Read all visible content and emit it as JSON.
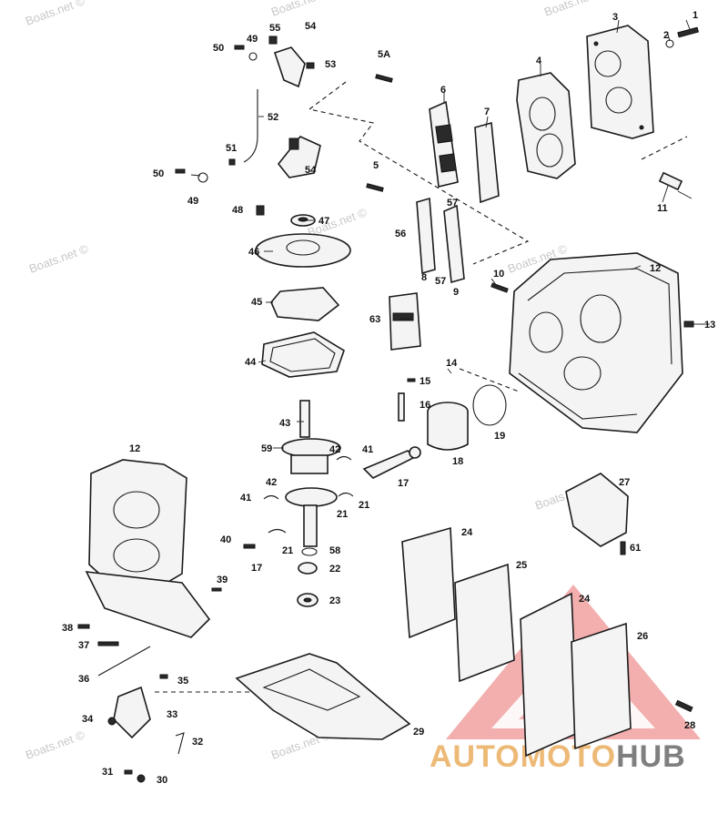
{
  "watermarks": [
    "Boats.net ©",
    "Boats.net ©",
    "Boats.net ©",
    "Boats.net ©",
    "Boats.net ©",
    "Boats.net ©",
    "Boats.net ©",
    "Boats.net ©",
    "Boats.net ©"
  ],
  "labels": {
    "p1": "1",
    "p2": "2",
    "p3": "3",
    "p4": "4",
    "p5": "5",
    "p5a": "5A",
    "p6": "6",
    "p7": "7",
    "p8": "8",
    "p9": "9",
    "p10": "10",
    "p11": "11",
    "p12a": "12",
    "p12b": "12",
    "p13": "13",
    "p14": "14",
    "p15": "15",
    "p16": "16",
    "p17a": "17",
    "p17b": "17",
    "p18": "18",
    "p19": "19",
    "p21a": "21",
    "p21b": "21",
    "p21c": "21",
    "p22": "22",
    "p23": "23",
    "p24a": "24",
    "p24b": "24",
    "p25": "25",
    "p26": "26",
    "p27": "27",
    "p28": "28",
    "p29": "29",
    "p30": "30",
    "p31": "31",
    "p32": "32",
    "p33": "33",
    "p34": "34",
    "p35": "35",
    "p36": "36",
    "p37": "37",
    "p38": "38",
    "p39": "39",
    "p40": "40",
    "p41a": "41",
    "p41b": "41",
    "p42a": "42",
    "p42b": "42",
    "p43": "43",
    "p44": "44",
    "p45": "45",
    "p46": "46",
    "p47": "47",
    "p48": "48",
    "p49a": "49",
    "p49b": "49",
    "p50a": "50",
    "p50b": "50",
    "p51": "51",
    "p52": "52",
    "p53": "53",
    "p54a": "54",
    "p54b": "54",
    "p55": "55",
    "p56": "56",
    "p57a": "57",
    "p57b": "57",
    "p58": "58",
    "p59": "59",
    "p61": "61",
    "p63": "63"
  },
  "logo": {
    "part1": "AUTOMOTO",
    "part2": "HUB"
  },
  "colors": {
    "logo_red": "#e23b3b",
    "logo_orange": "#e8a24a",
    "logo_gray": "#555555"
  }
}
